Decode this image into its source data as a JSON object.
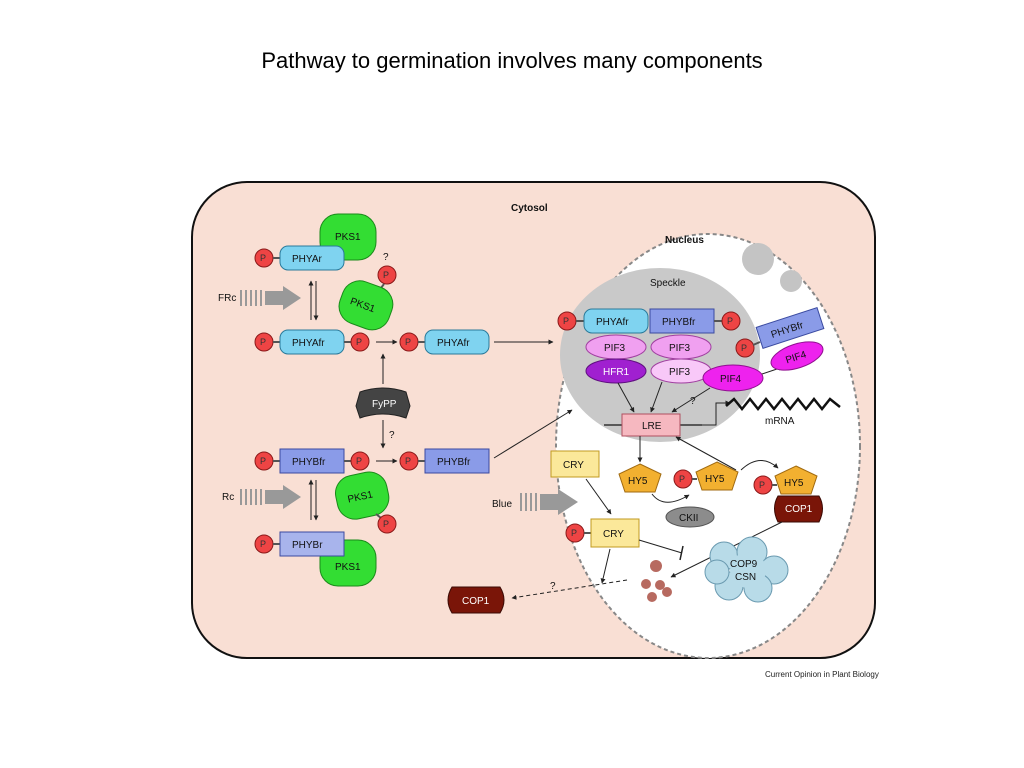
{
  "slide": {
    "title": "Pathway to germination involves many components"
  },
  "compartments": {
    "cytosol": "Cytosol",
    "nucleus": "Nucleus",
    "speckle": "Speckle"
  },
  "light": {
    "frc": "FRc",
    "rc": "Rc",
    "blue": "Blue"
  },
  "proteins": {
    "pks1": "PKS1",
    "phyar": "PHYAr",
    "phyafr": "PHYAfr",
    "phybfr": "PHYBfr",
    "phybr": "PHYBr",
    "fypp": "FyPP",
    "pif3": "PIF3",
    "hfr1": "HFR1",
    "pif4": "PIF4",
    "lre": "LRE",
    "mrna": "mRNA",
    "cry": "CRY",
    "hy5": "HY5",
    "ckii": "CKII",
    "cop1": "COP1",
    "cop9": "COP9",
    "csn": "CSN"
  },
  "symbols": {
    "phospho": "P",
    "unknown": "?"
  },
  "credit": "Current Opinion in Plant Biology",
  "colors": {
    "cytosol_fill": "#f9dfd4",
    "nucleus_fill": "#ffffff",
    "speckle_fill": "#c9c9c9",
    "phya": "#7fd3f0",
    "phyb": "#8a9be8",
    "pks1": "#33dd33",
    "pif3": "#f0a0f0",
    "hfr1": "#a020d0",
    "pif4": "#ee22ee",
    "hy5": "#f2b030",
    "cry": "#fbe89a",
    "cop1": "#7a1508",
    "phospho": "#ee4444",
    "fypp": "#444444",
    "lre": "#f6b8c0"
  }
}
